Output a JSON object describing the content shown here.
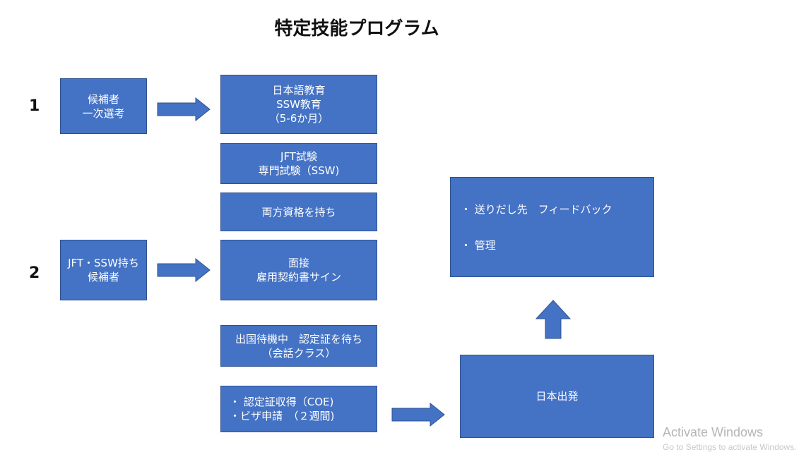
{
  "title": "特定技能プログラム",
  "row_numbers": [
    "1",
    "2"
  ],
  "boxes": {
    "candidate_selection": [
      "候補者",
      "一次選考"
    ],
    "education": [
      "日本語教育",
      "SSW教育",
      "（5-6か月）"
    ],
    "exams": [
      "JFT試験",
      "専門試験（SSW)"
    ],
    "qualification": [
      "両方資格を持ち"
    ],
    "jft_candidate": [
      "JFT・SSW持ち",
      "候補者"
    ],
    "interview": [
      "面接",
      "雇用契約書サイン"
    ],
    "waiting": [
      "出国待機中　認定証を待ち",
      "（会話クラス）"
    ],
    "coe": [
      "・ 認定証収得（COE)",
      "・ビザ申請　（２週間)"
    ],
    "departure": [
      "日本出発"
    ],
    "feedback": [
      "・ 送りだし先　フィードバック",
      "・ 管理"
    ]
  },
  "watermark": {
    "title": "Activate Windows",
    "subtitle": "Go to Settings to activate Windows."
  }
}
